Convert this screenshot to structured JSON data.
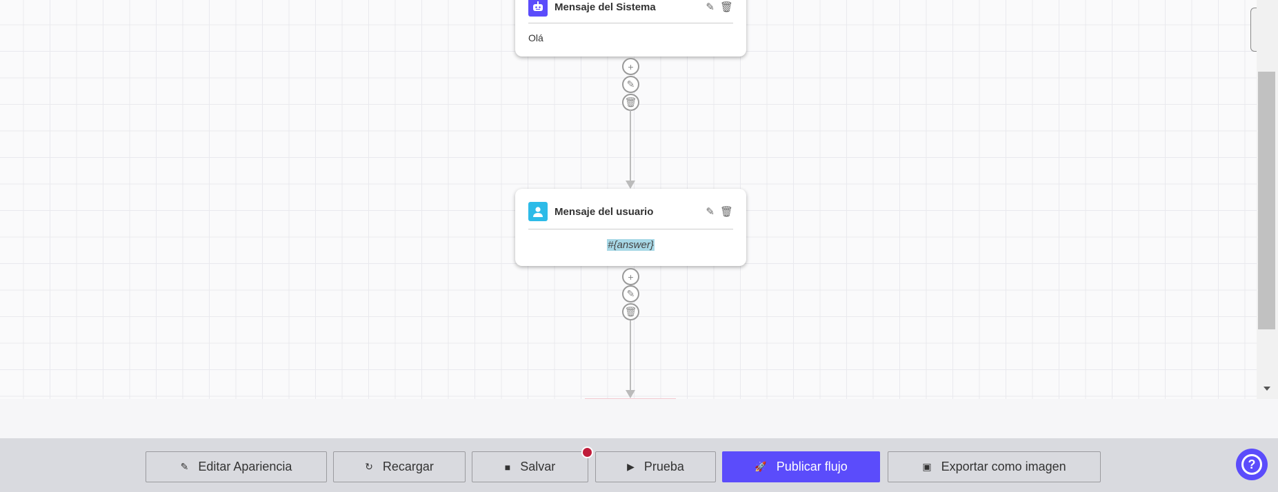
{
  "nodes": [
    {
      "title": "Mensaje del Sistema",
      "icon": "robot-icon",
      "icon_color": "#5b4cfb",
      "body": "Olá"
    },
    {
      "title": "Mensaje del usuario",
      "icon": "user-icon",
      "icon_color": "#2dbbe8",
      "body": "#{answer}"
    }
  ],
  "toolbar": {
    "edit_appearance": "Editar Apariencia",
    "reload": "Recargar",
    "save": "Salvar",
    "test": "Prueba",
    "publish": "Publicar flujo",
    "export": "Exportar como imagen"
  },
  "colors": {
    "accent": "#5b4cfb",
    "unsaved_dot": "#c01c3a"
  }
}
